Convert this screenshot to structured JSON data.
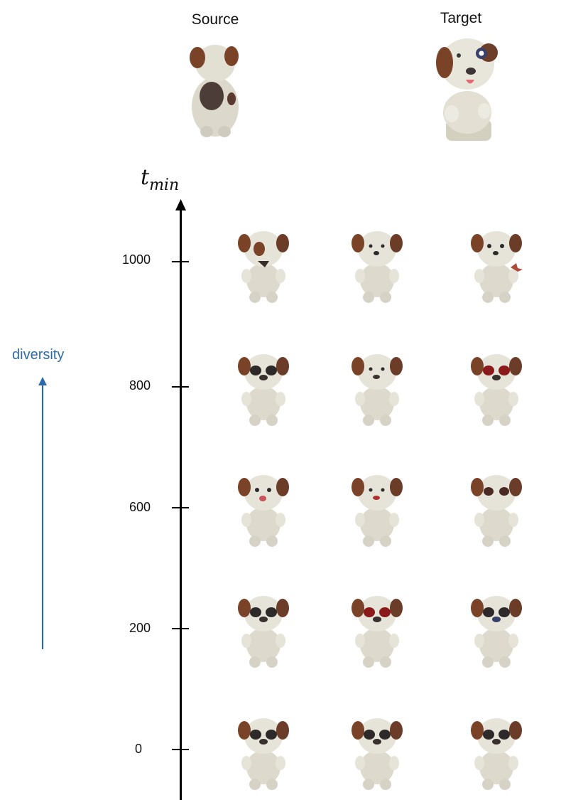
{
  "headers": {
    "source": "Source",
    "target": "Target"
  },
  "axis": {
    "symbol": "t",
    "subscript": "min",
    "ticks": [
      "1000",
      "800",
      "600",
      "200",
      "0"
    ]
  },
  "diversity_label": "diversity",
  "colors": {
    "arrow_blue": "#2f6aa8",
    "body": "#e4e1d4",
    "patch": "#8a4f2c",
    "dark_patch": "#4a3a35"
  },
  "grid_rows": [
    {
      "t": "1000",
      "samples": [
        "dog-sample-1000-a",
        "dog-sample-1000-b",
        "dog-sample-1000-c"
      ]
    },
    {
      "t": "800",
      "samples": [
        "dog-sample-800-a",
        "dog-sample-800-b",
        "dog-sample-800-c"
      ]
    },
    {
      "t": "600",
      "samples": [
        "dog-sample-600-a",
        "dog-sample-600-b",
        "dog-sample-600-c"
      ]
    },
    {
      "t": "200",
      "samples": [
        "dog-sample-200-a",
        "dog-sample-200-b",
        "dog-sample-200-c"
      ]
    },
    {
      "t": "0",
      "samples": [
        "dog-sample-0-a",
        "dog-sample-0-b",
        "dog-sample-0-c"
      ]
    }
  ]
}
